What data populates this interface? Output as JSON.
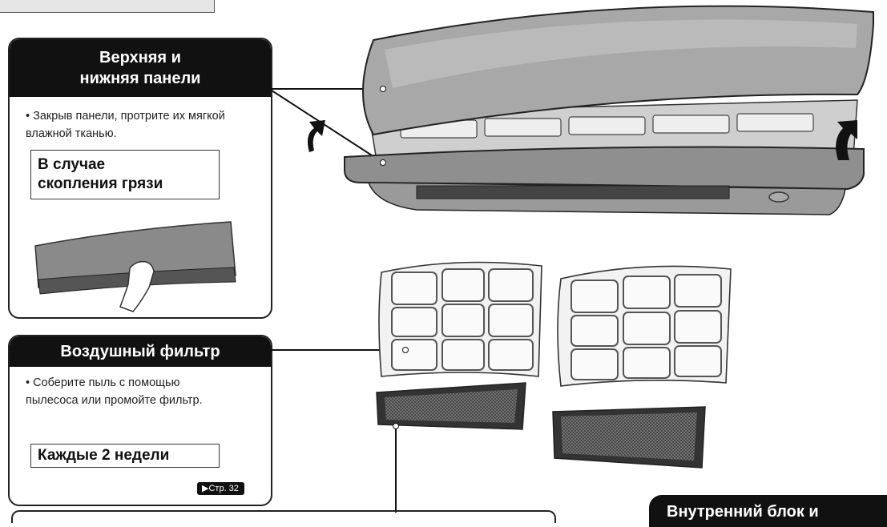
{
  "panels_card": {
    "title_line1": "Верхняя и",
    "title_line2": "нижняя панели",
    "bullet": "• Закрыв панели, протрите их мягкой влажной тканью.",
    "frequency_line1": "В случае",
    "frequency_line2": "скопления грязи"
  },
  "filter_card": {
    "title": "Воздушный фильтр",
    "bullet": "• Соберите пыль с помощью пылесоса или промойте фильтр.",
    "frequency": "Каждые 2 недели",
    "page_ref": "Стр. 32"
  },
  "indoor_unit_card": {
    "title": "Внутренний блок и"
  },
  "colors": {
    "header_bg": "#111111",
    "header_text": "#ffffff",
    "border": "#222222"
  }
}
